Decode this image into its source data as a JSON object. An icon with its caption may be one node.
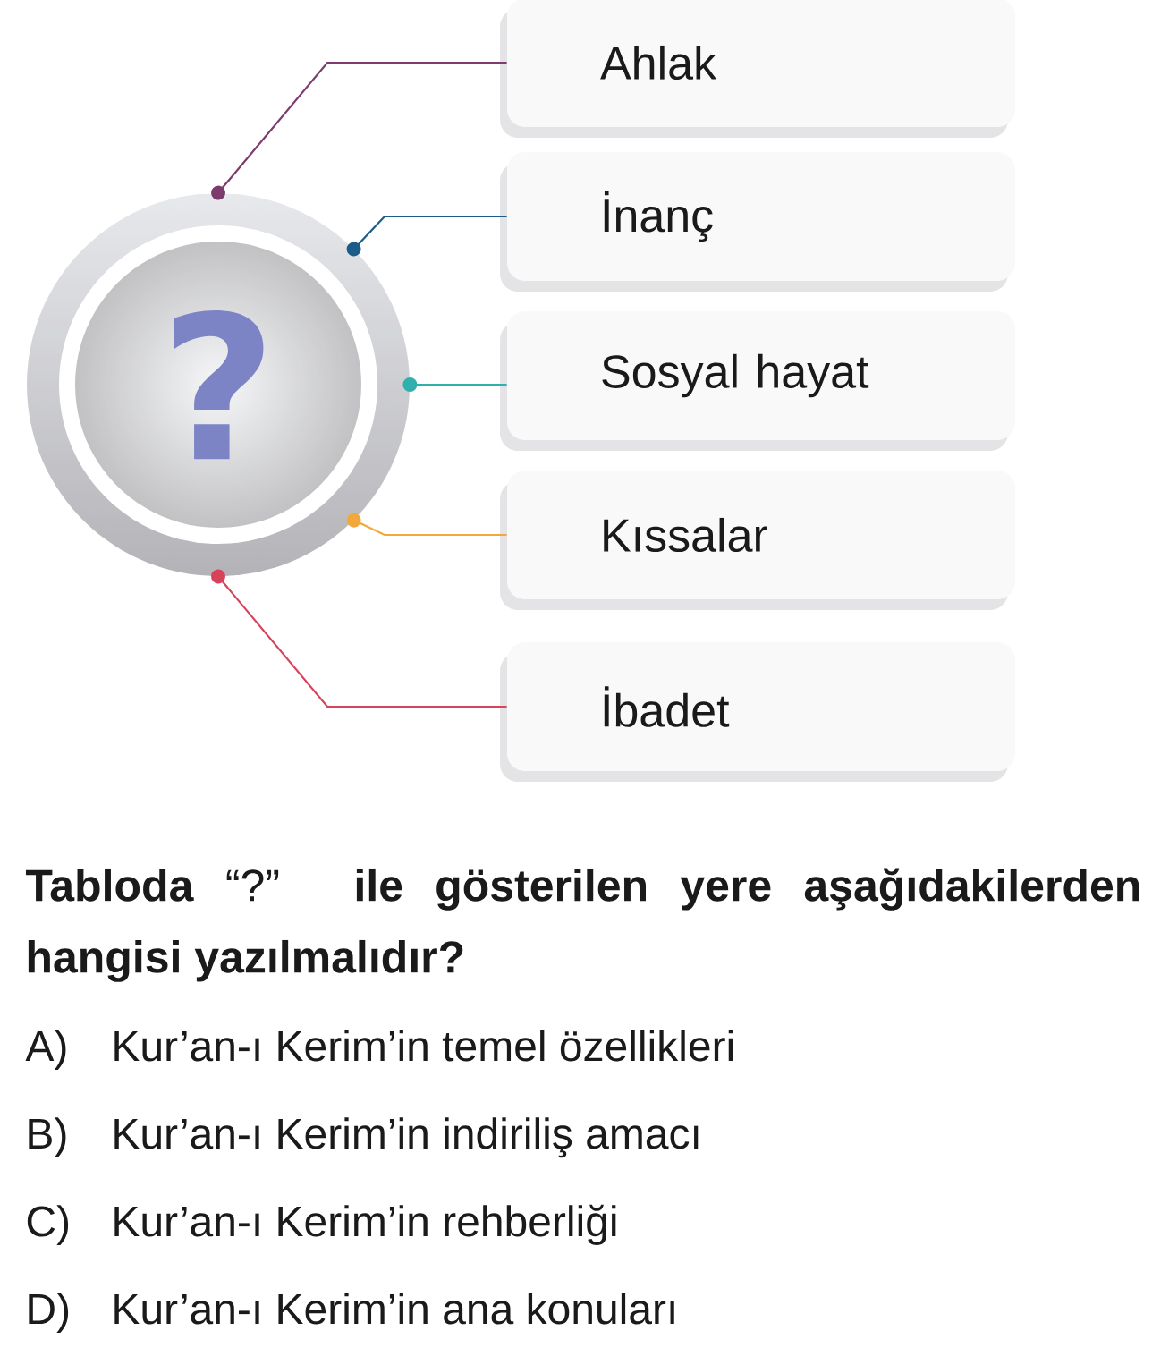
{
  "diagram": {
    "nodes": [
      {
        "text": [
          "?"
        ]
      },
      {
        "text": [
          "Ahlak"
        ]
      },
      {
        "text": [
          "İnanç"
        ]
      },
      {
        "text": [
          "Sosyal hayat"
        ]
      },
      {
        "text": [
          "Kıssalar"
        ]
      },
      {
        "text": [
          "İbadet"
        ]
      }
    ],
    "edges": [
      {
        "from": 0,
        "to": 1,
        "arrow": "other",
        "color": "#7d3b6e"
      },
      {
        "from": 0,
        "to": 2,
        "arrow": "other",
        "color": "#1c5c8a"
      },
      {
        "from": 0,
        "to": 3,
        "arrow": "other",
        "color": "#2fb0ad"
      },
      {
        "from": 0,
        "to": 4,
        "arrow": "other",
        "color": "#f2a83a"
      },
      {
        "from": 0,
        "to": 5,
        "arrow": "other",
        "color": "#d8435c"
      }
    ],
    "labels": [
      "**Tabloda** “?” **ile gösterilen yere aşağıdakilerden hangisi yazılmalıdır?**",
      "A)",
      "Kur’an-ı Kerim’in temel özellikleri",
      "B)",
      "Kur’an-ı Kerim’in indiriliş amacı",
      "C)",
      "Kur’an-ı Kerim’in rehberliği",
      "D)",
      "Kur’an-ı Kerim’in ana konuları"
    ]
  }
}
